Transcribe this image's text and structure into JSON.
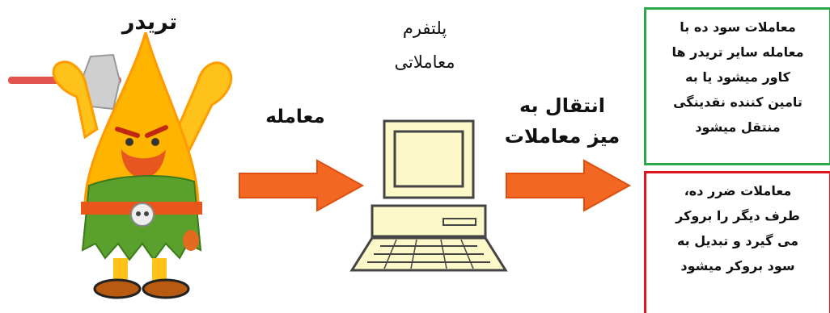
{
  "labels": {
    "trader": "تریدر",
    "platform": [
      "پلتفرم",
      "معاملاتی"
    ],
    "trade": "معامله",
    "transfer": [
      "انتقال به",
      "میز معاملات"
    ]
  },
  "boxes": {
    "profit": {
      "lines": [
        "معاملات سود ده با",
        "معامله سایر تریدر ها",
        "کاور میشود یا به",
        "تامین کننده نقدینگی",
        "منتقل میشود"
      ],
      "border_color": "#2aa84a"
    },
    "loss": {
      "lines": [
        "معاملات ضرر ده،",
        "طرف دیگر را بروکر",
        "می گیرد و تبدیل به",
        "سود بروکر میشود"
      ],
      "border_color": "#e0141e"
    }
  },
  "colors": {
    "arrow": "#f26722",
    "monitor": "#fdf8c8",
    "character": "#ffb400"
  },
  "icons": [
    "trader-character-icon",
    "computer-icon",
    "arrow-right-icon"
  ]
}
